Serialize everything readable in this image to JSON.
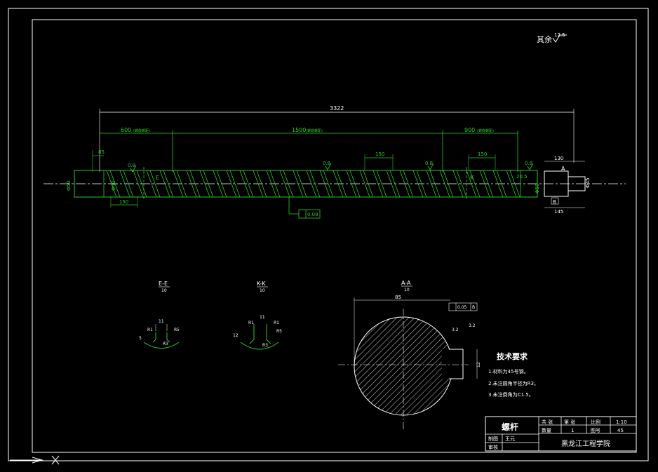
{
  "drawing": {
    "roughness_note": "其余",
    "roughness_value": "12.5",
    "dims": {
      "overall": "3322",
      "seg_left": "600",
      "seg_left_note": "(螺旋螺距)",
      "seg_mid": "1500",
      "seg_mid_note": "(螺旋螺距)",
      "seg_right": "900",
      "seg_right_note": "(螺旋螺距)",
      "end_left": "85",
      "pitch_left": "150",
      "pitch_mid": "150",
      "pitch_right": "150",
      "shaft_len": "130",
      "shaft_total": "145",
      "flange": "20.5",
      "dia_left": "Φ50",
      "dia_right": "Φ50",
      "dia_shaft": "Φ45",
      "dia_core": "Φ40",
      "tol_flat": "0.08",
      "ra_a": "0.8",
      "ra_b": "0.8",
      "ra_c": "0.8",
      "ra_d": "0.8",
      "sec_e": "E",
      "sec_k": "K",
      "sec_a": "A",
      "datum_b": "B"
    },
    "sections": {
      "ee_title": "E-E",
      "ee_scale": "10",
      "kk_title": "K-K",
      "kk_scale": "10",
      "aa_title": "A-A",
      "aa_scale": "10",
      "ee_w": "11",
      "ee_r1": "R1",
      "ee_r5": "R5",
      "ee_r3": "R3",
      "ee_h": "5",
      "kk_w": "11",
      "kk_r1a": "R1",
      "kk_r1b": "R1",
      "kk_r5": "R5",
      "kk_r3": "R3",
      "kk_h": "12",
      "aa_dim": "85",
      "aa_tol": "0.05",
      "aa_datum": "B",
      "aa_key": "12",
      "aa_ra1": "3.2",
      "aa_ra2": "3.2"
    },
    "tech_req": {
      "title": "技术要求",
      "items": [
        "1.材料为45号钢。",
        "2.未注圆角半径为R3。",
        "3.未注倒角为C1.5。"
      ]
    },
    "title_block": {
      "part_name": "螺杆",
      "c1": "共 张",
      "c2": "第 张",
      "c3": "比例",
      "c4": "1:10",
      "c5": "数量",
      "c6": "1",
      "c7": "图号",
      "c8": "45",
      "designer_label": "制图",
      "designer_name": "王元",
      "checker_label": "审核",
      "school": "黑龙江工程学院"
    }
  }
}
